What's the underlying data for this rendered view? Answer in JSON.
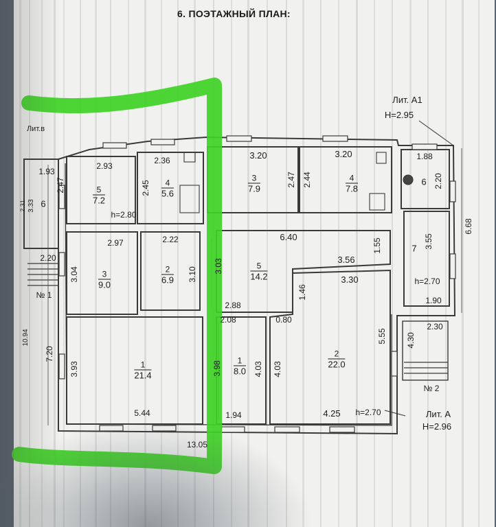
{
  "title": "6. ПОЭТАЖНЫЙ ПЛАН:",
  "lit_a1": {
    "name": "Лит. А1",
    "height": "H=2.95"
  },
  "lit_a": {
    "name": "Лит. А",
    "height": "H=2.96"
  },
  "lit_b": {
    "name": "Лит.в"
  },
  "entrances": {
    "n1": "№ 1",
    "n2": "№ 2"
  },
  "rooms": [
    {
      "id": "l5",
      "num": "5",
      "area": "7.2"
    },
    {
      "id": "l4",
      "num": "4",
      "area": "5.6"
    },
    {
      "id": "l3",
      "num": "3",
      "area": "9.0"
    },
    {
      "id": "l2",
      "num": "2",
      "area": "6.9"
    },
    {
      "id": "l1",
      "num": "1",
      "area": "21.4"
    },
    {
      "id": "l6",
      "num": "6",
      "area": ""
    },
    {
      "id": "r3",
      "num": "3",
      "area": "7.9"
    },
    {
      "id": "r4",
      "num": "4",
      "area": "7.8"
    },
    {
      "id": "r5",
      "num": "5",
      "area": "14.2"
    },
    {
      "id": "r1",
      "num": "1",
      "area": "8.0"
    },
    {
      "id": "r2",
      "num": "2",
      "area": "22.0"
    },
    {
      "id": "r6",
      "num": "6",
      "area": ""
    },
    {
      "id": "r7",
      "num": "7",
      "area": ""
    }
  ],
  "heights": {
    "left": "h=2.80",
    "r7": "h=2.70",
    "r2": "h=2.70"
  },
  "dims": {
    "d193": "1.93",
    "d293": "2.93",
    "d236": "2.36",
    "d320a": "3.20",
    "d320b": "3.20",
    "d188": "1.88",
    "d247a": "2.47",
    "d245": "2.45",
    "d247b": "2.47",
    "d244": "2.44",
    "d220a": "2.20",
    "d668": "6.68",
    "d297": "2.97",
    "d222": "2.22",
    "d640": "6.40",
    "d155": "1.55",
    "d355": "3.55",
    "d220b": "2.20",
    "d304": "3.04",
    "d310": "3.10",
    "d303": "3.03",
    "d356": "3.56",
    "d330": "3.30",
    "d146": "1.46",
    "d288": "2.88",
    "d190": "1.90",
    "d230": "2.30",
    "d208": "2.08",
    "d080": "0.80",
    "d720": "7.20",
    "d1094": "10.94",
    "d393": "3.93",
    "d398": "3.98",
    "d403a": "4.03",
    "d403b": "4.03",
    "d555": "5.55",
    "d430": "4.30",
    "d544": "5.44",
    "d194": "1.94",
    "d425": "4.25",
    "d1305": "13.05",
    "d333": "3.33",
    "d231": "2.31"
  }
}
